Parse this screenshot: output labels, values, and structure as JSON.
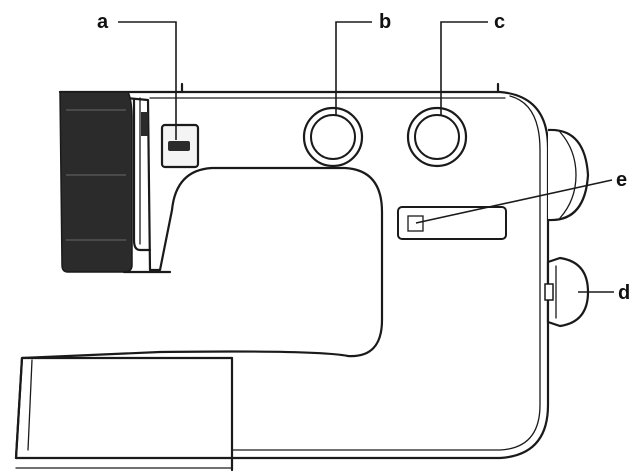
{
  "callouts": {
    "a": "a",
    "b": "b",
    "c": "c",
    "d": "d",
    "e": "e"
  },
  "colors": {
    "line": "#1a1a1a",
    "dark_part": "#2b2b2b",
    "shade": "#cfcfcf",
    "background": "#ffffff"
  }
}
